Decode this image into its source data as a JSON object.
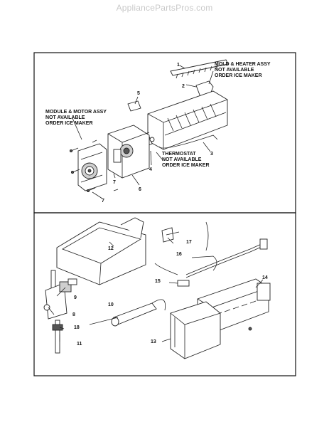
{
  "watermark": "AppliancePartsPros.com",
  "upper_panel": {
    "callouts": [
      {
        "id": "top-1",
        "text": "1"
      },
      {
        "id": "top-2",
        "text": "2"
      },
      {
        "id": "top-3",
        "text": "3"
      },
      {
        "id": "top-4",
        "text": "4"
      },
      {
        "id": "top-5",
        "text": "5"
      },
      {
        "id": "top-6",
        "text": "6"
      },
      {
        "id": "top-7a",
        "text": "7"
      },
      {
        "id": "top-7b",
        "text": "7"
      }
    ],
    "notes": {
      "mold": [
        "MOLD & HEATER ASSY",
        "NOT AVAILABLE",
        "ORDER ICE MAKER"
      ],
      "module": [
        "MODULE & MOTOR ASSY",
        "NOT AVAILABLE",
        "ORDER ICE MAKER"
      ],
      "thermostat": [
        "THERMOSTAT",
        "NOT AVAILABLE",
        "ORDER ICE MAKER"
      ]
    }
  },
  "lower_panel": {
    "callouts": [
      {
        "id": "bot-8",
        "text": "8"
      },
      {
        "id": "bot-9",
        "text": "9"
      },
      {
        "id": "bot-10",
        "text": "10"
      },
      {
        "id": "bot-11",
        "text": "11"
      },
      {
        "id": "bot-12",
        "text": "12"
      },
      {
        "id": "bot-13",
        "text": "13"
      },
      {
        "id": "bot-14",
        "text": "14"
      },
      {
        "id": "bot-15",
        "text": "15"
      },
      {
        "id": "bot-16",
        "text": "16"
      },
      {
        "id": "bot-17",
        "text": "17"
      },
      {
        "id": "bot-18",
        "text": "18"
      }
    ]
  }
}
